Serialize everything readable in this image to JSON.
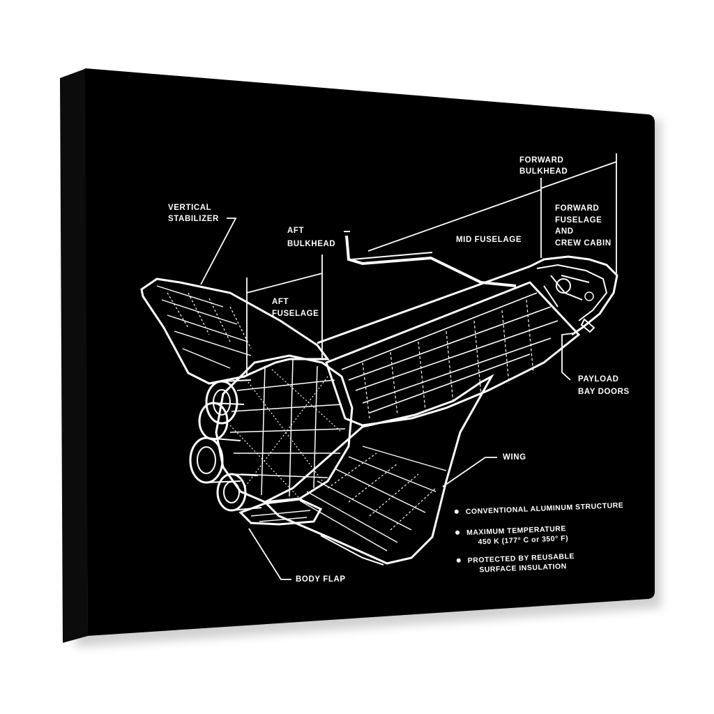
{
  "colors": {
    "background": "#ffffff",
    "canvas": "#000000",
    "canvas_edge": "#0c0c0c",
    "ink": "#ffffff"
  },
  "labels": {
    "vertical_stabilizer": [
      "VERTICAL",
      "STABILIZER"
    ],
    "aft_bulkhead": [
      "AFT",
      "BULKHEAD"
    ],
    "aft_fuselage": [
      "AFT",
      "FUSELAGE"
    ],
    "mid_fuselage": "MID FUSELAGE",
    "forward_bulkhead": [
      "FORWARD",
      "BULKHEAD"
    ],
    "forward_fuselage": [
      "FORWARD",
      "FUSELAGE",
      "AND",
      "CREW CABIN"
    ],
    "payload_bay_doors": [
      "PAYLOAD",
      "BAY DOORS"
    ],
    "wing": "WING",
    "body_flap": "BODY FLAP"
  },
  "notes": [
    {
      "lines": [
        "CONVENTIONAL ALUMINUM STRUCTURE"
      ]
    },
    {
      "lines": [
        "MAXIMUM TEMPERATURE",
        "450 K (177° C or 350° F)"
      ]
    },
    {
      "lines": [
        "PROTECTED BY REUSABLE",
        "SURFACE INSULATION"
      ]
    }
  ],
  "icons": {
    "bullet": "bullet-icon",
    "shuttle": "space-shuttle-cutaway-icon"
  }
}
